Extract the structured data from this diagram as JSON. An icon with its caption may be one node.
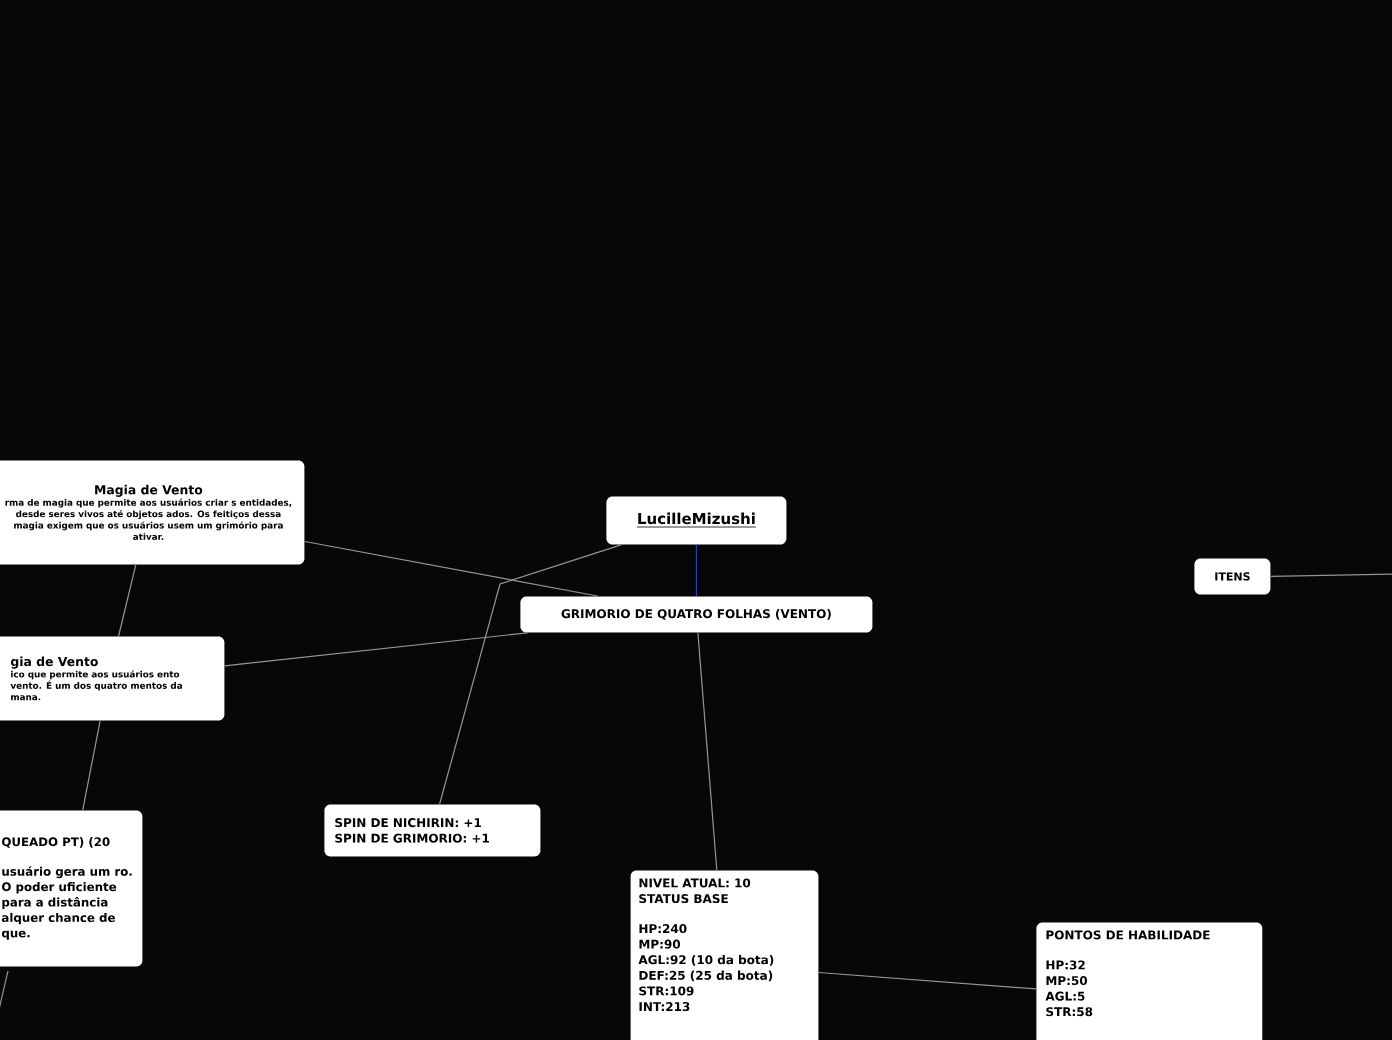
{
  "diagram": {
    "nodes": [
      {
        "text": [
          "LucilleMizushi"
        ]
      },
      {
        "text": [
          "GRIMORIO DE QUATRO FOLHAS (VENTO)"
        ]
      },
      {
        "text": [
          "Magia de Vento",
          "rma de magia que permite aos usuários criar s entidades, desde seres vivos até objetos ados. Os feitiços dessa magia exigem que os usuários usem um grimório para ativar."
        ]
      },
      {
        "text": [
          "gia de Vento",
          "ico que permite aos usuários ento vento. É um dos quatro mentos da mana."
        ]
      },
      {
        "text": [
          "QUEADO PT) (20",
          "usuário gera um ro. O poder uficiente para a distância alquer chance de que."
        ]
      },
      {
        "text": [
          "SPIN DE NICHIRIN: +1",
          "SPIN DE GRIMORIO: +1"
        ]
      },
      {
        "text": [
          "NIVEL ATUAL: 10",
          "STATUS BASE",
          "HP:240",
          "MP:90",
          "AGL:92 (10 da bota)",
          "DEF:25 (25 da bota)",
          "STR:109",
          "INT:213"
        ]
      },
      {
        "text": [
          "PONTOS DE HABILIDADE",
          "HP:32",
          "MP:50",
          "AGL:5",
          "STR:58"
        ]
      },
      {
        "text": [
          "ITENS"
        ]
      }
    ],
    "edges": [
      {
        "from": 0,
        "to": 1,
        "arrow": "none",
        "color": "#1e3cff"
      },
      {
        "from": 0,
        "to": 5,
        "arrow": "none"
      },
      {
        "from": 1,
        "to": 2,
        "arrow": "none"
      },
      {
        "from": 1,
        "to": 3,
        "arrow": "none"
      },
      {
        "from": 1,
        "to": 6,
        "arrow": "none"
      },
      {
        "from": 6,
        "to": 7,
        "arrow": "none"
      },
      {
        "from": 2,
        "to": 3,
        "arrow": "none"
      },
      {
        "from": 3,
        "to": 4,
        "arrow": "none"
      },
      {
        "from": 4,
        "to": null,
        "arrow": "none"
      },
      {
        "from": 8,
        "to": null,
        "arrow": "none"
      }
    ]
  }
}
